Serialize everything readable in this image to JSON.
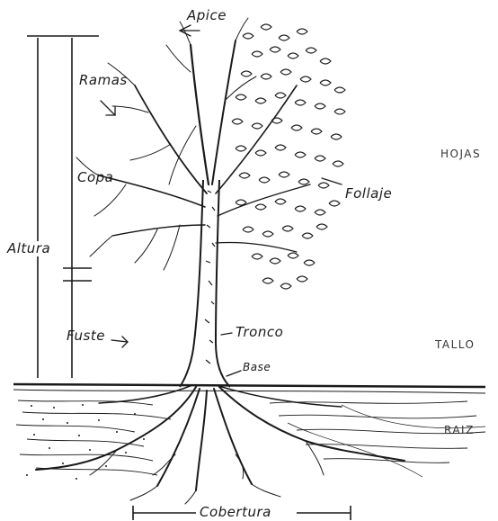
{
  "labels": {
    "apice": "Apice",
    "ramas": "Ramas",
    "copa": "Copa",
    "altura": "Altura",
    "follaje": "Follaje",
    "fuste": "Fuste",
    "tronco": "Tronco",
    "base": "Base",
    "cobertura": "Cobertura",
    "hojas": "HOJAS",
    "tallo": "TALLO",
    "raiz": "RAIZ"
  },
  "colors": {
    "ink": "#1a1a1a",
    "paper": "#ffffff"
  }
}
